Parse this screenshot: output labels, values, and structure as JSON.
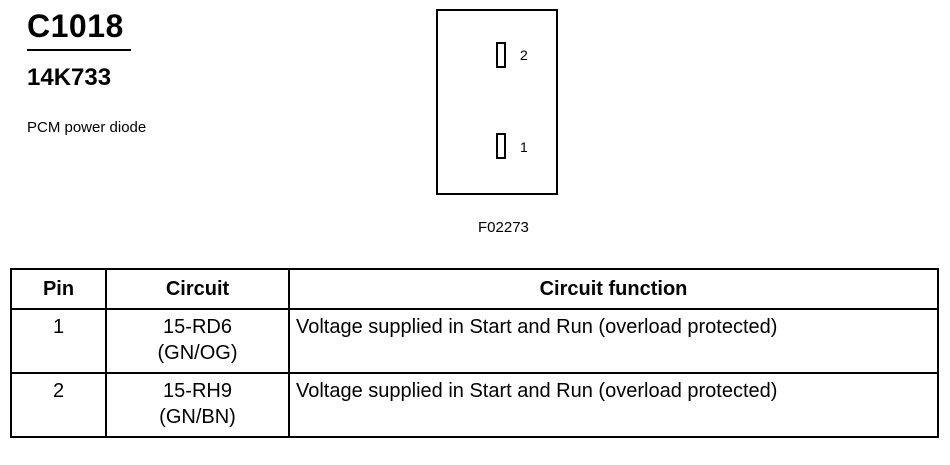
{
  "header": {
    "connector_id": "C1018",
    "part_number": "14K733",
    "description": "PCM power diode"
  },
  "connector_face": {
    "pins": [
      {
        "number": "2"
      },
      {
        "number": "1"
      }
    ],
    "figure_code": "F02273"
  },
  "pin_table": {
    "headers": {
      "pin": "Pin",
      "circuit": "Circuit",
      "function": "Circuit function"
    },
    "rows": [
      {
        "pin": "1",
        "circuit": "15-RD6",
        "wire_color": "(GN/OG)",
        "function": "Voltage supplied in Start and Run (overload protected)"
      },
      {
        "pin": "2",
        "circuit": "15-RH9",
        "wire_color": "(GN/BN)",
        "function": "Voltage supplied in Start and Run (overload protected)"
      }
    ]
  }
}
